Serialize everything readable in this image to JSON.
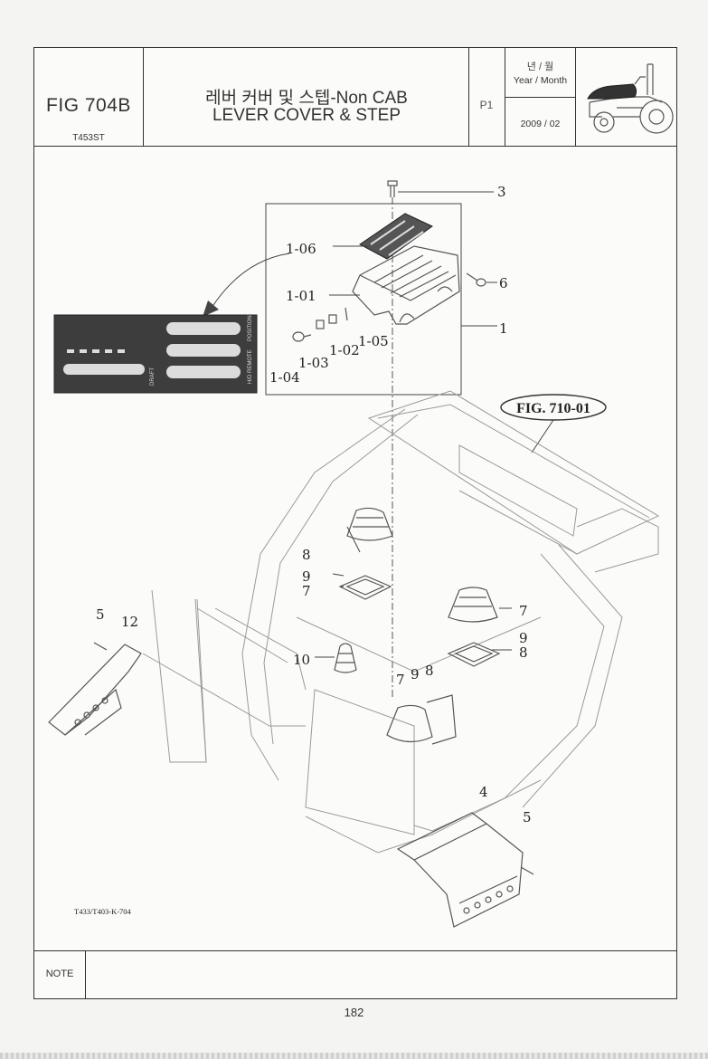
{
  "header": {
    "figure_number": "FIG 704B",
    "model": "T453ST",
    "title_korean": "레버 커버 및 스텝-Non CAB",
    "title_english": "LEVER COVER & STEP",
    "page_code": "P1",
    "year_month_label_korean": "년 / 월",
    "year_month_label_english": "Year / Month",
    "year_month_value": "2009 / 02",
    "thumbnail_icon": "tractor-icon"
  },
  "diagram": {
    "callouts": {
      "c3": "3",
      "c1_06": "1-06",
      "c6": "6",
      "c1_01": "1-01",
      "c1": "1",
      "c1_05": "1-05",
      "c1_02": "1-02",
      "c1_03": "1-03",
      "c1_04": "1-04",
      "c8a": "8",
      "c9a": "9",
      "c7a": "7",
      "c5a": "5",
      "c12": "12",
      "c10": "10",
      "c7b": "7",
      "c9b": "9",
      "c8b": "8",
      "c7c": "7",
      "c9c": "9",
      "c8c": "8",
      "c4": "4",
      "c5b": "5"
    },
    "fig_reference": "FIG. 710-01",
    "drawing_code": "T433/T403-K-704",
    "decal_labels": {
      "position": "POSITION",
      "draft": "DRAFT",
      "remote": "H/D REMOTE"
    }
  },
  "footer": {
    "note_label": "NOTE",
    "page_number": "182"
  }
}
